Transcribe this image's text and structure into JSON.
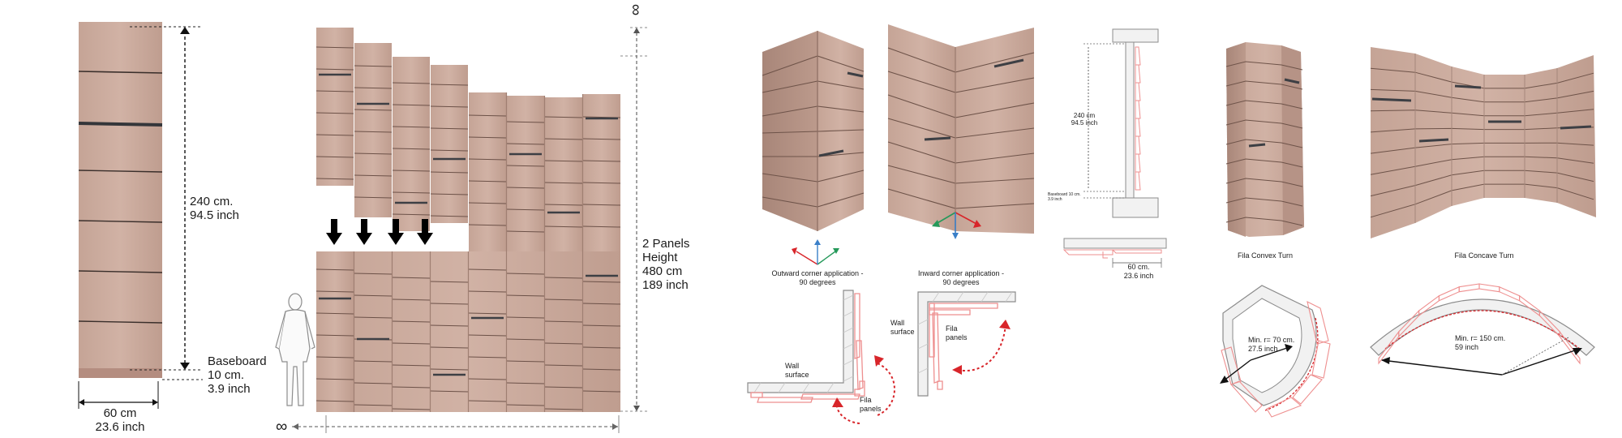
{
  "panel_single": {
    "height_label": "240 cm.\n94.5 inch",
    "baseboard_label": "Baseboard\n10 cm.\n3.9 inch",
    "width_label": "60 cm\n23.6 inch"
  },
  "stacked": {
    "height_label": "2 Panels\nHeight\n480 cm\n189 inch",
    "infinity_top": "∞",
    "infinity_bottom": "∞"
  },
  "corners": {
    "outward_caption": "Outward corner application -\n90 degrees",
    "inward_caption": "Inward corner application -\n90 degrees",
    "wall_label_a": "Wall\nsurface",
    "panels_label_a": "Fila\npanels",
    "wall_label_b": "Wall\nsurface",
    "panels_label_b": "Fila\npanels"
  },
  "section": {
    "height_label": "240 cm\n94.5 inch",
    "baseboard_label": "Baseboard 10 cm.\n3.9 inch",
    "width_label": "60 cm.\n23.6 inch"
  },
  "turns": {
    "convex_caption": "Fila Convex Turn",
    "concave_caption": "Fila Concave Turn",
    "convex_radius": "Min. r= 70 cm.\n27.5 inch",
    "concave_radius": "Min. r= 150 cm.\n59 inch"
  },
  "colors": {
    "wood": "#c9a89a",
    "wood_dark": "#a88679",
    "slot": "#3d3d3d",
    "accent_red": "#d8252a",
    "outline_pink": "#ee8f8f"
  }
}
